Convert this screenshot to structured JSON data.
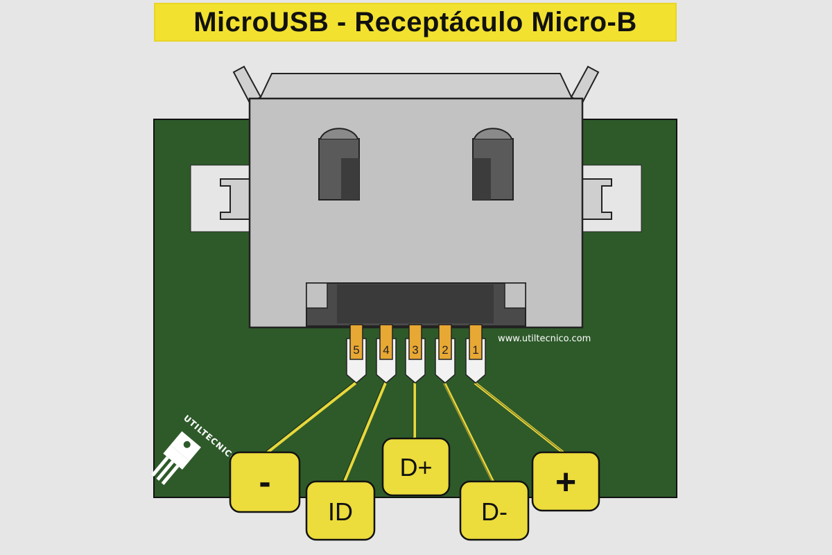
{
  "title": "MicroUSB - Receptáculo Micro-B",
  "website": "www.utiltecnico.com",
  "logo_text": "UTILTECNICO",
  "pins": [
    {
      "number": "5",
      "label": "-"
    },
    {
      "number": "4",
      "label": "ID"
    },
    {
      "number": "3",
      "label": "D+"
    },
    {
      "number": "2",
      "label": "D-"
    },
    {
      "number": "1",
      "label": "+"
    }
  ],
  "colors": {
    "pcb": "#2e5a2a",
    "connector": "#bfbfbf",
    "pin_gold": "#e8a834",
    "label_yellow": "#ecdc3c",
    "title_yellow": "#f2e12f"
  }
}
